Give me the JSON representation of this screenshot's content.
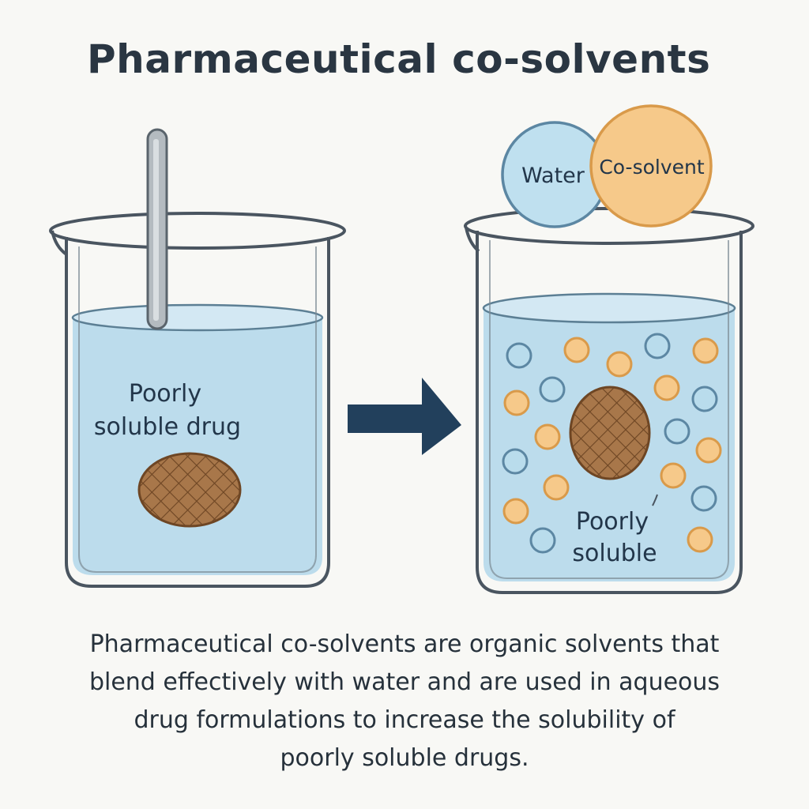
{
  "title": "Pharmaceutical co-solvents",
  "left_beaker": {
    "label_line1": "Poorly",
    "label_line2": "soluble drug"
  },
  "right_beaker": {
    "label_line1": "Poorly",
    "label_line2": "soluble"
  },
  "legend": {
    "water": "Water",
    "cosolvent": "Co-solvent"
  },
  "caption": {
    "line1": "Pharmaceutical co-solvents are organic solvents that",
    "line2": "blend effectively with water and are used in aqueous",
    "line3": "drug formulations to increase the solubility of",
    "line4": "poorly soluble drugs."
  },
  "colors": {
    "liquid": "#bcdcec",
    "water_particle": "#b9dcec",
    "cosolvent_particle": "#f6c98a",
    "drug": "#a8774a",
    "arrow": "#22405c",
    "outline": "#4a5560"
  }
}
